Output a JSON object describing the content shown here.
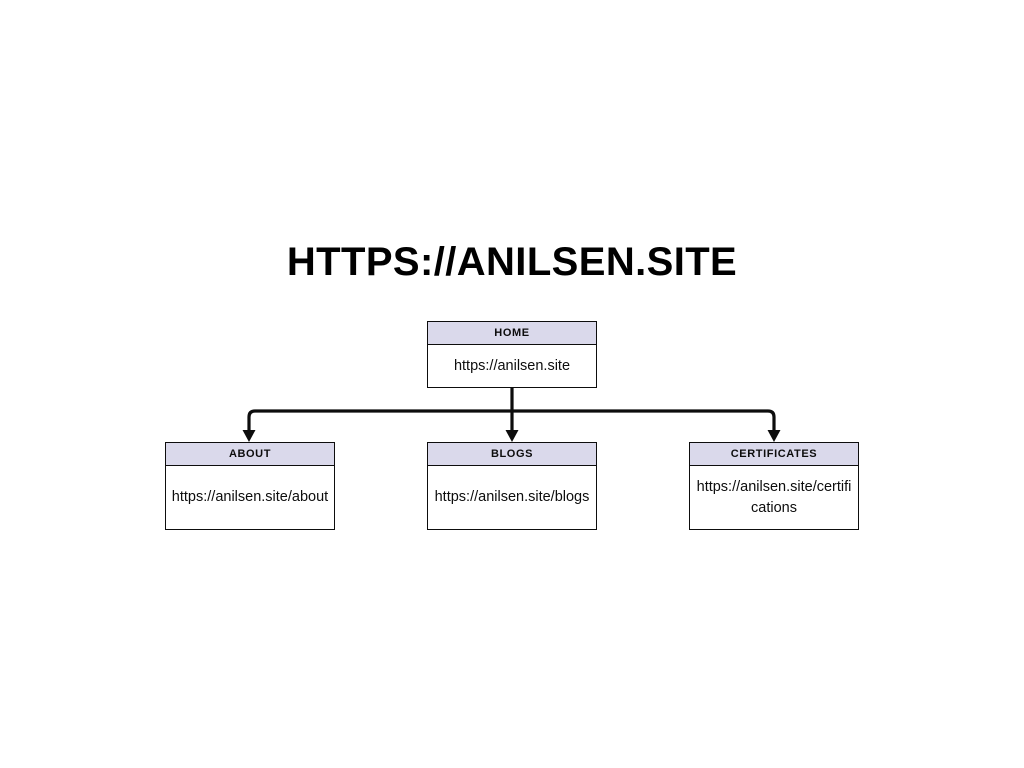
{
  "diagram": {
    "title": "HTTPS://ANILSEN.SITE",
    "type": "sitemap-tree",
    "background_color": "#ffffff",
    "node_header_color": "#dad9eb",
    "node_border_color": "#0d0d0d",
    "connector_color": "#0d0d0d",
    "root": {
      "header": "HOME",
      "url": "https://anilsen.site"
    },
    "children": [
      {
        "header": "ABOUT",
        "url": "https://anilsen.site/about"
      },
      {
        "header": "BLOGS",
        "url": "https://anilsen.site/blogs"
      },
      {
        "header": "CERTIFICATES",
        "url": "https://anilsen.site/certifications"
      }
    ]
  }
}
